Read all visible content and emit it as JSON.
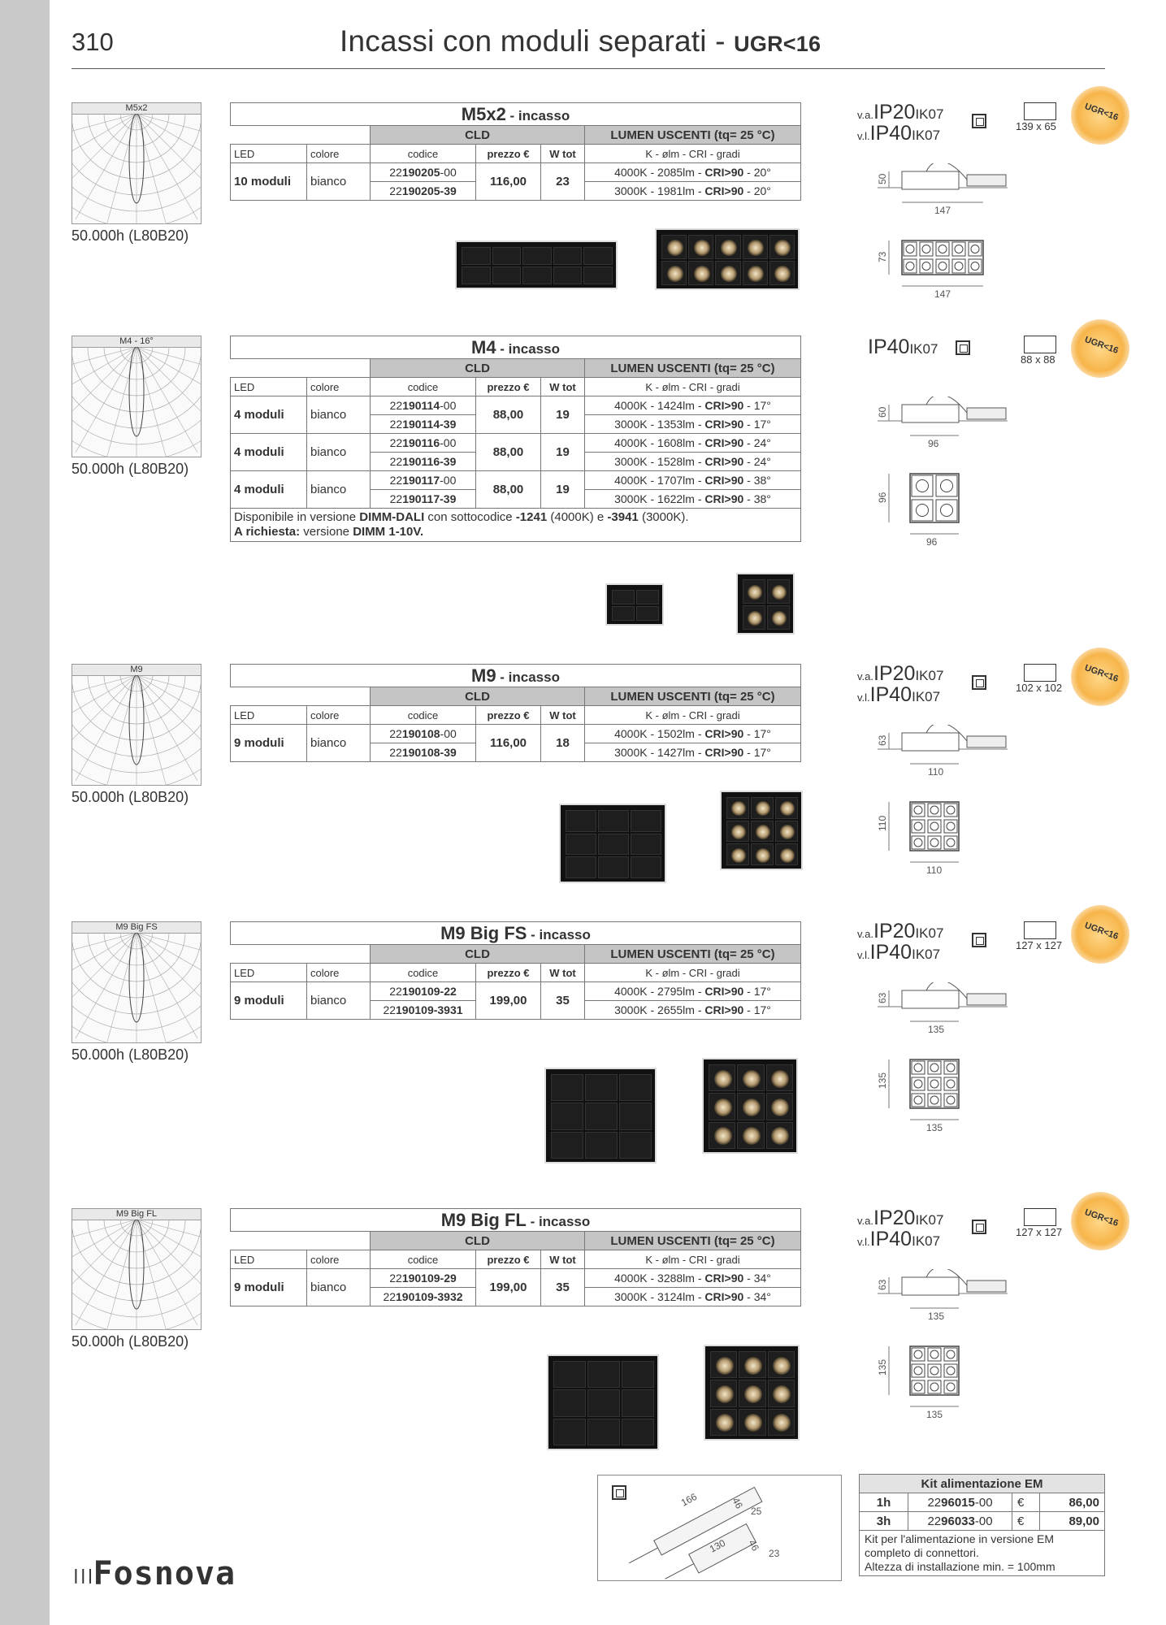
{
  "page": {
    "number": "310",
    "title": "Incassi con moduli separati - ",
    "title_bold": "UGR<16"
  },
  "common": {
    "cld": "CLD",
    "lumen_header": "LUMEN USCENTI (tq= 25 °C)",
    "col_led": "LED",
    "col_colore": "colore",
    "col_codice": "codice",
    "col_prezzo": "prezzo €",
    "col_wtot": "W tot",
    "col_k": "K - ølm - CRI - gradi",
    "life": "50.000h (L80B20)",
    "ugr_badge": "UGR<16",
    "va": "v.a.",
    "vi": "v.l.",
    "ip20": "IP20",
    "ip40": "IP40",
    "ik07": "IK07"
  },
  "sections": [
    {
      "polar_title": "M5x2",
      "name": "M5x2",
      "suffix": " - incasso",
      "rows": [
        {
          "led": "10 moduli",
          "colore": "bianco",
          "prezzo": "116,00",
          "wtot": "23",
          "codes": [
            [
              "22",
              "190205",
              "-00"
            ],
            [
              "22",
              "190205-39",
              ""
            ]
          ],
          "lumens": [
            [
              "4000K - 2085lm - ",
              "CRI>90",
              " - 20°"
            ],
            [
              "3000K - 1981lm - ",
              "CRI>90",
              " - 20°"
            ]
          ]
        }
      ],
      "cutout": "139 x 65",
      "dims": [
        "50",
        "147",
        "73",
        "147"
      ]
    },
    {
      "polar_title": "M4 - 16°",
      "name": "M4",
      "suffix": " - incasso",
      "rows": [
        {
          "led": "4 moduli",
          "colore": "bianco",
          "prezzo": "88,00",
          "wtot": "19",
          "codes": [
            [
              "22",
              "190114",
              "-00"
            ],
            [
              "22",
              "190114-39",
              ""
            ]
          ],
          "lumens": [
            [
              "4000K - 1424lm - ",
              "CRI>90",
              " - 17°"
            ],
            [
              "3000K - 1353lm - ",
              "CRI>90",
              " - 17°"
            ]
          ]
        },
        {
          "led": "4 moduli",
          "colore": "bianco",
          "prezzo": "88,00",
          "wtot": "19",
          "codes": [
            [
              "22",
              "190116",
              "-00"
            ],
            [
              "22",
              "190116-39",
              ""
            ]
          ],
          "lumens": [
            [
              "4000K - 1608lm - ",
              "CRI>90",
              " - 24°"
            ],
            [
              "3000K - 1528lm - ",
              "CRI>90",
              " - 24°"
            ]
          ]
        },
        {
          "led": "4 moduli",
          "colore": "bianco",
          "prezzo": "88,00",
          "wtot": "19",
          "codes": [
            [
              "22",
              "190117",
              "-00"
            ],
            [
              "22",
              "190117-39",
              ""
            ]
          ],
          "lumens": [
            [
              "4000K - 1707lm - ",
              "CRI>90",
              " - 38°"
            ],
            [
              "3000K - 1622lm - ",
              "CRI>90",
              " - 38°"
            ]
          ]
        }
      ],
      "note_1": [
        "Disponibile in versione ",
        "DIMM-DALI",
        " con sottocodice ",
        "-1241",
        " (4000K) e ",
        "-3941",
        " (3000K)."
      ],
      "note_2": [
        "A richiesta:",
        " versione ",
        "DIMM 1-10V."
      ],
      "cutout": "88 x 88",
      "dims": [
        "60",
        "96",
        "96",
        "96"
      ]
    },
    {
      "polar_title": "M9",
      "name": "M9",
      "suffix": " - incasso",
      "rows": [
        {
          "led": "9 moduli",
          "colore": "bianco",
          "prezzo": "116,00",
          "wtot": "18",
          "codes": [
            [
              "22",
              "190108",
              "-00"
            ],
            [
              "22",
              "190108-39",
              ""
            ]
          ],
          "lumens": [
            [
              "4000K - 1502lm - ",
              "CRI>90",
              " - 17°"
            ],
            [
              "3000K - 1427lm - ",
              "CRI>90",
              " - 17°"
            ]
          ]
        }
      ],
      "cutout": "102 x 102",
      "dims": [
        "63",
        "110",
        "110",
        "110"
      ]
    },
    {
      "polar_title": "M9 Big FS",
      "name": "M9 Big FS",
      "suffix": " - incasso",
      "rows": [
        {
          "led": "9 moduli",
          "colore": "bianco",
          "prezzo": "199,00",
          "wtot": "35",
          "codes": [
            [
              "22",
              "190109-22",
              ""
            ],
            [
              "22",
              "190109-3931",
              ""
            ]
          ],
          "lumens": [
            [
              "4000K - 2795lm - ",
              "CRI>90",
              " - 17°"
            ],
            [
              "3000K - 2655lm - ",
              "CRI>90",
              " - 17°"
            ]
          ]
        }
      ],
      "cutout": "127 x 127",
      "dims": [
        "63",
        "135",
        "135",
        "135"
      ]
    },
    {
      "polar_title": "M9 Big FL",
      "name": "M9 Big FL",
      "suffix": " - incasso",
      "rows": [
        {
          "led": "9 moduli",
          "colore": "bianco",
          "prezzo": "199,00",
          "wtot": "35",
          "codes": [
            [
              "22",
              "190109-29",
              ""
            ],
            [
              "22",
              "190109-3932",
              ""
            ]
          ],
          "lumens": [
            [
              "4000K - 3288lm - ",
              "CRI>90",
              " - 34°"
            ],
            [
              "3000K - 3124lm - ",
              "CRI>90",
              " - 34°"
            ]
          ]
        }
      ],
      "cutout": "127 x 127",
      "dims": [
        "63",
        "135",
        "135",
        "135"
      ]
    }
  ],
  "kit": {
    "title": "Kit alimentazione EM",
    "rows": [
      {
        "dur": "1h",
        "code_a": "22",
        "code_b": "96015",
        "code_c": "-00",
        "cur": "€",
        "price": "86,00"
      },
      {
        "dur": "3h",
        "code_a": "22",
        "code_b": "96033",
        "code_c": "-00",
        "cur": "€",
        "price": "89,00"
      }
    ],
    "note": [
      "Kit per l'alimentazione in versione EM",
      "completo di connettori.",
      "Altezza di installazione min. = 100mm"
    ],
    "drawing_dims": [
      "166",
      "46",
      "25",
      "130",
      "46",
      "23"
    ]
  },
  "brand": "Fosnova"
}
